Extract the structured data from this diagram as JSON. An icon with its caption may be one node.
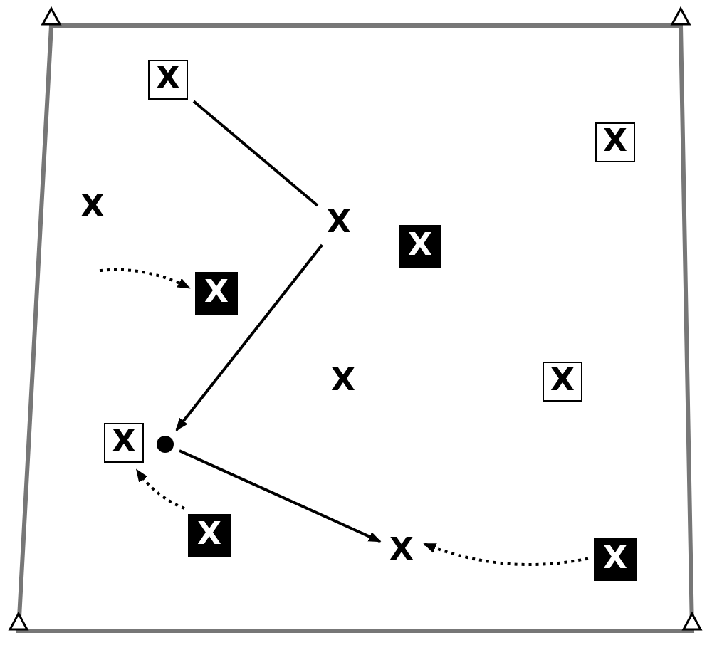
{
  "diagram": {
    "nodes": [
      {
        "text": [
          "X"
        ]
      },
      {
        "text": [
          "X"
        ]
      },
      {
        "text": [
          "X"
        ]
      },
      {
        "text": [
          "X"
        ]
      },
      {
        "text": [
          "X"
        ]
      },
      {
        "text": [
          "X"
        ]
      },
      {
        "text": [
          "X"
        ]
      },
      {
        "text": [
          "X"
        ]
      },
      {
        "text": [
          "X"
        ]
      },
      {
        "text": [],
        "shape": "circle"
      },
      {
        "text": [
          "X"
        ]
      },
      {
        "text": [
          "X"
        ]
      },
      {
        "text": [
          "X"
        ]
      }
    ],
    "edges": [
      {
        "from": 0,
        "to": 3,
        "arrow": "none"
      },
      {
        "from": 3,
        "to": 9,
        "arrow": "to"
      },
      {
        "from": 9,
        "to": 11,
        "arrow": "to"
      },
      {
        "from": null,
        "to": 5,
        "arrow": "to",
        "style": "dashed"
      },
      {
        "from": 10,
        "to": 8,
        "arrow": "to",
        "style": "dashed"
      },
      {
        "from": 12,
        "to": 11,
        "arrow": "to",
        "style": "dashed"
      }
    ]
  }
}
